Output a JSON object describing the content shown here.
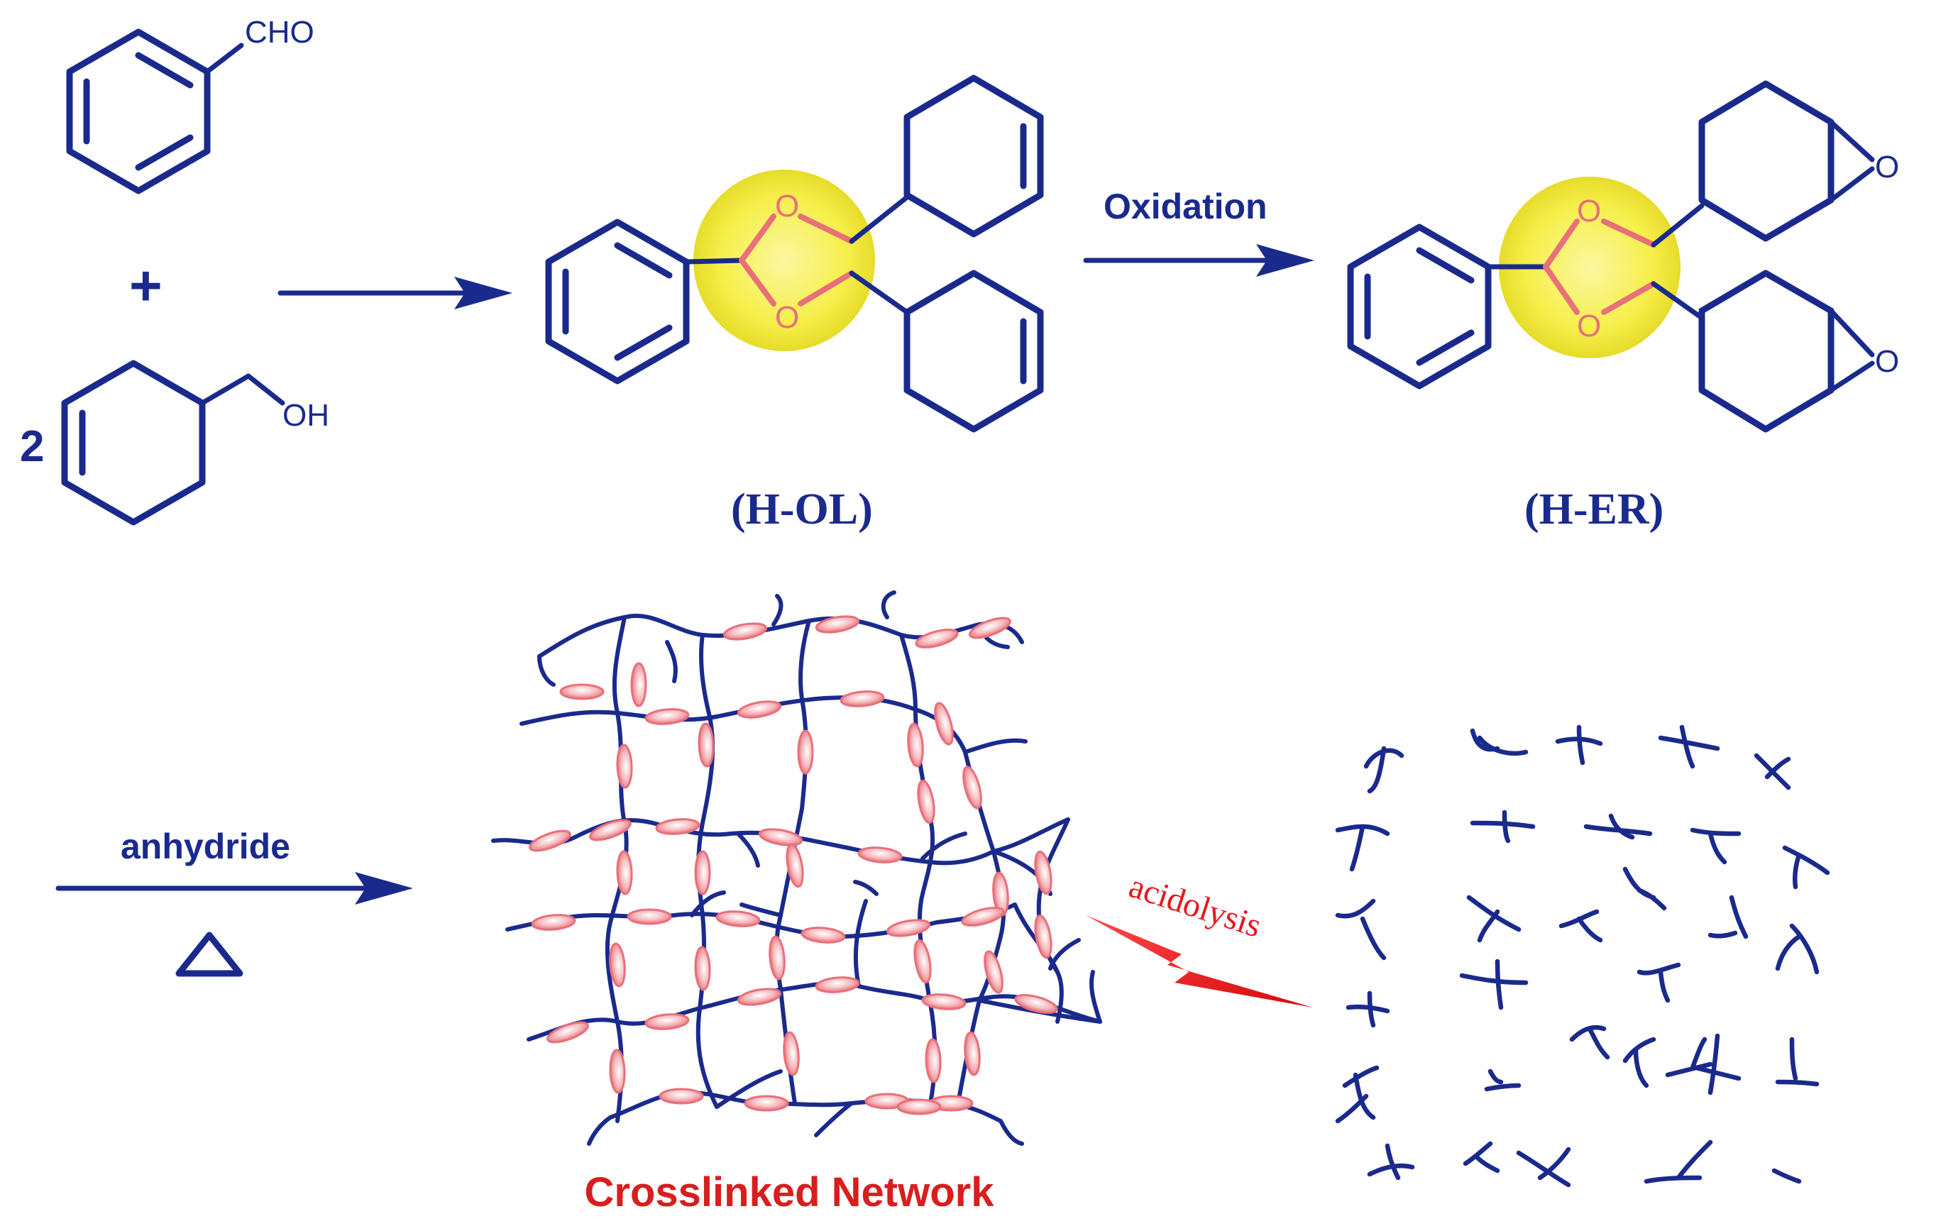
{
  "reactants": {
    "aldehyde_group": "CHO",
    "plus": "+",
    "coefficient": "2",
    "hydroxyl_group": "OH"
  },
  "acetal_oxygen": "O",
  "epoxide_oxygen": "O",
  "oxidation_label": "Oxidation",
  "products": {
    "hol_label": "(H-OL)",
    "her_label": "(H-ER)"
  },
  "curing": {
    "reagent_label": "anhydride",
    "heat_symbol": "△"
  },
  "network_label": "Crosslinked Network",
  "degradation_label": "acidolysis",
  "colors": {
    "bond": "#1a2a8c",
    "acetal_bond": "#e8707a",
    "highlight": "#f6ef4a",
    "network_title": "#d81e1e",
    "acidolysis": "#e8161e"
  }
}
